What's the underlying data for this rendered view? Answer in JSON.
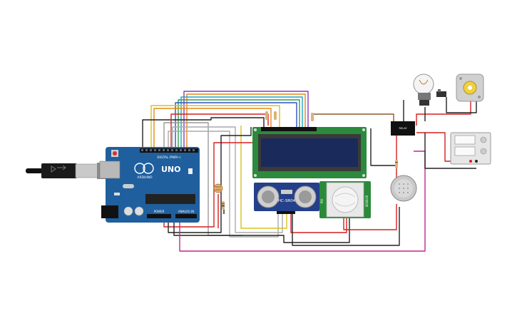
{
  "arduino": {
    "logo_text": "UNO",
    "brand_text": "ARDUINO",
    "digital_header_label": "DIGITAL (PWM~)",
    "power_label": "POWER",
    "analog_label": "ANALOG IN"
  },
  "ultrasonic": {
    "label": "HC-SR04"
  },
  "pir": {
    "left_label": "PIR",
    "right_label": "SENSOR"
  },
  "relay": {
    "label": "RELAY"
  },
  "colors": {
    "board": "#1f5f9e",
    "lcd_pcb": "#2c8a3c",
    "lcd_screen": "#1a2a5a",
    "pir_pcb": "#2a8a3a",
    "wire_red": "#d42020",
    "wire_black": "#222222",
    "wire_magenta": "#c0288a"
  }
}
